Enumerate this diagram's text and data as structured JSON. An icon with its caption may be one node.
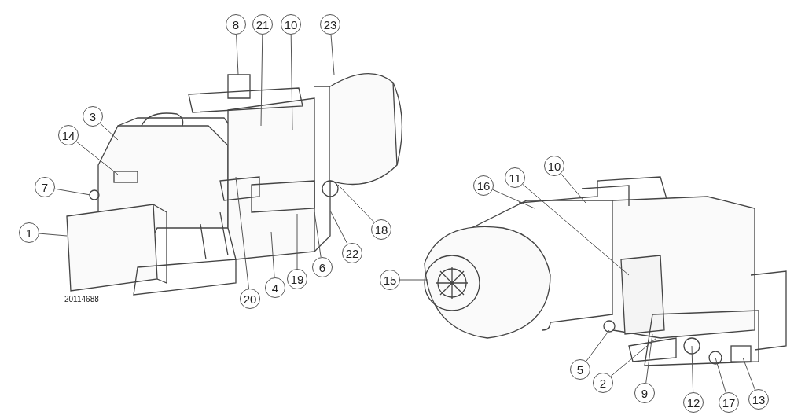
{
  "diagram": {
    "nodes": [
      {
        "text": [
          "8"
        ]
      },
      {
        "text": [
          "21"
        ]
      },
      {
        "text": [
          "10"
        ]
      },
      {
        "text": [
          "23"
        ]
      },
      {
        "text": [
          "3"
        ]
      },
      {
        "text": [
          "14"
        ]
      },
      {
        "text": [
          "7"
        ]
      },
      {
        "text": [
          "1"
        ]
      },
      {
        "text": [
          "18"
        ]
      },
      {
        "text": [
          "22"
        ]
      },
      {
        "text": [
          "6"
        ]
      },
      {
        "text": [
          "19"
        ]
      },
      {
        "text": [
          "4"
        ]
      },
      {
        "text": [
          "20"
        ]
      },
      {
        "text": [
          "16"
        ]
      },
      {
        "text": [
          "11"
        ]
      },
      {
        "text": [
          "10"
        ]
      },
      {
        "text": [
          "15"
        ]
      },
      {
        "text": [
          "5"
        ]
      },
      {
        "text": [
          "2"
        ]
      },
      {
        "text": [
          "9"
        ]
      },
      {
        "text": [
          "12"
        ]
      },
      {
        "text": [
          "17"
        ]
      },
      {
        "text": [
          "13"
        ]
      }
    ],
    "edges": [
      {
        "from": 0,
        "to": null,
        "arrow": "none"
      },
      {
        "from": 1,
        "to": null,
        "arrow": "none"
      },
      {
        "from": 2,
        "to": null,
        "arrow": "none"
      },
      {
        "from": 3,
        "to": null,
        "arrow": "none"
      },
      {
        "from": 4,
        "to": null,
        "arrow": "none"
      },
      {
        "from": 5,
        "to": null,
        "arrow": "none"
      },
      {
        "from": 6,
        "to": null,
        "arrow": "none"
      },
      {
        "from": 7,
        "to": null,
        "arrow": "none"
      },
      {
        "from": 8,
        "to": null,
        "arrow": "none"
      },
      {
        "from": 9,
        "to": null,
        "arrow": "none"
      },
      {
        "from": 10,
        "to": null,
        "arrow": "none"
      },
      {
        "from": 11,
        "to": null,
        "arrow": "none"
      },
      {
        "from": 12,
        "to": null,
        "arrow": "none"
      },
      {
        "from": 13,
        "to": null,
        "arrow": "none"
      },
      {
        "from": 14,
        "to": null,
        "arrow": "none"
      },
      {
        "from": 15,
        "to": null,
        "arrow": "none"
      },
      {
        "from": 16,
        "to": null,
        "arrow": "none"
      },
      {
        "from": 17,
        "to": null,
        "arrow": "none"
      },
      {
        "from": 18,
        "to": null,
        "arrow": "none"
      },
      {
        "from": 19,
        "to": null,
        "arrow": "none"
      },
      {
        "from": 20,
        "to": null,
        "arrow": "none"
      },
      {
        "from": 21,
        "to": null,
        "arrow": "none"
      },
      {
        "from": 22,
        "to": null,
        "arrow": "none"
      },
      {
        "from": 23,
        "to": null,
        "arrow": "none"
      }
    ],
    "labels": [
      "20114688"
    ]
  }
}
